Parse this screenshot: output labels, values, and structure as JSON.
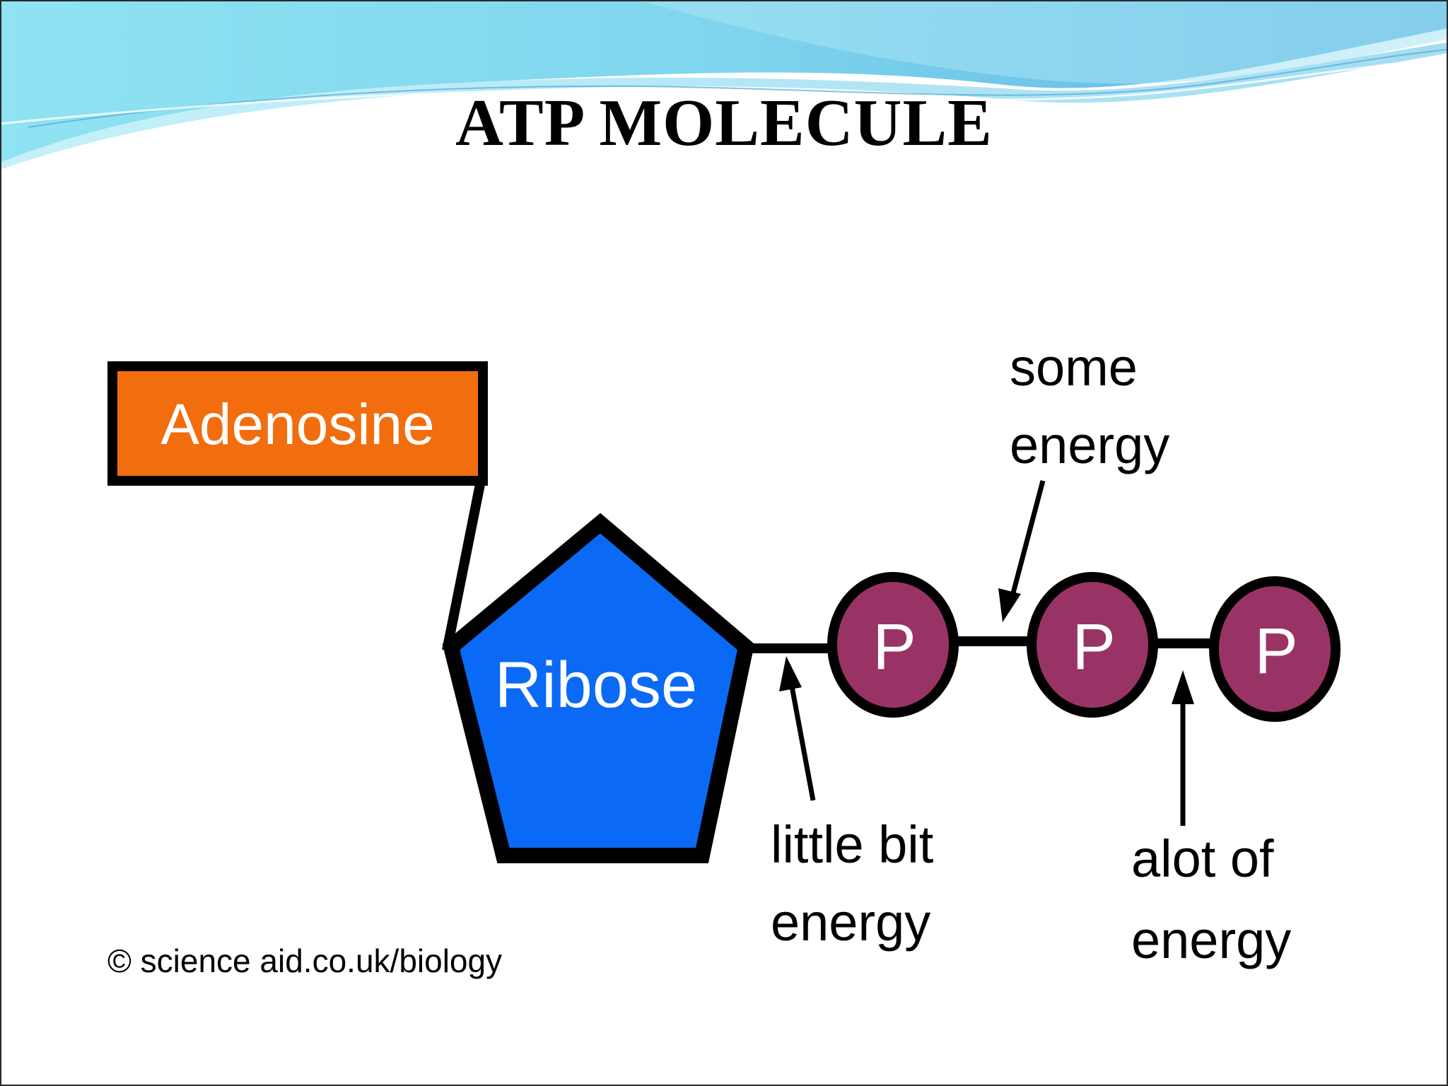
{
  "slide": {
    "title": "ATP MOLECULE"
  },
  "diagram": {
    "adenosine_label": "Adenosine",
    "ribose_label": "Ribose",
    "phosphate_labels": [
      "P",
      "P",
      "P"
    ],
    "annotations": {
      "some_energy": [
        "some",
        "energy"
      ],
      "little_bit_energy": [
        "little bit",
        "energy"
      ],
      "alot_of_energy": [
        "alot of",
        "energy"
      ]
    },
    "credit": "© science aid.co.uk/biology"
  },
  "colors": {
    "adenosine_fill": "#f26d0d",
    "ribose_fill": "#0b6af5",
    "phosphate_fill": "#993366",
    "outline": "#000000",
    "label_text_light": "#ffffff",
    "wave_light": "#9fe6f3",
    "wave_mid": "#6cc6ea",
    "wave_dark": "#3a9fd4"
  }
}
